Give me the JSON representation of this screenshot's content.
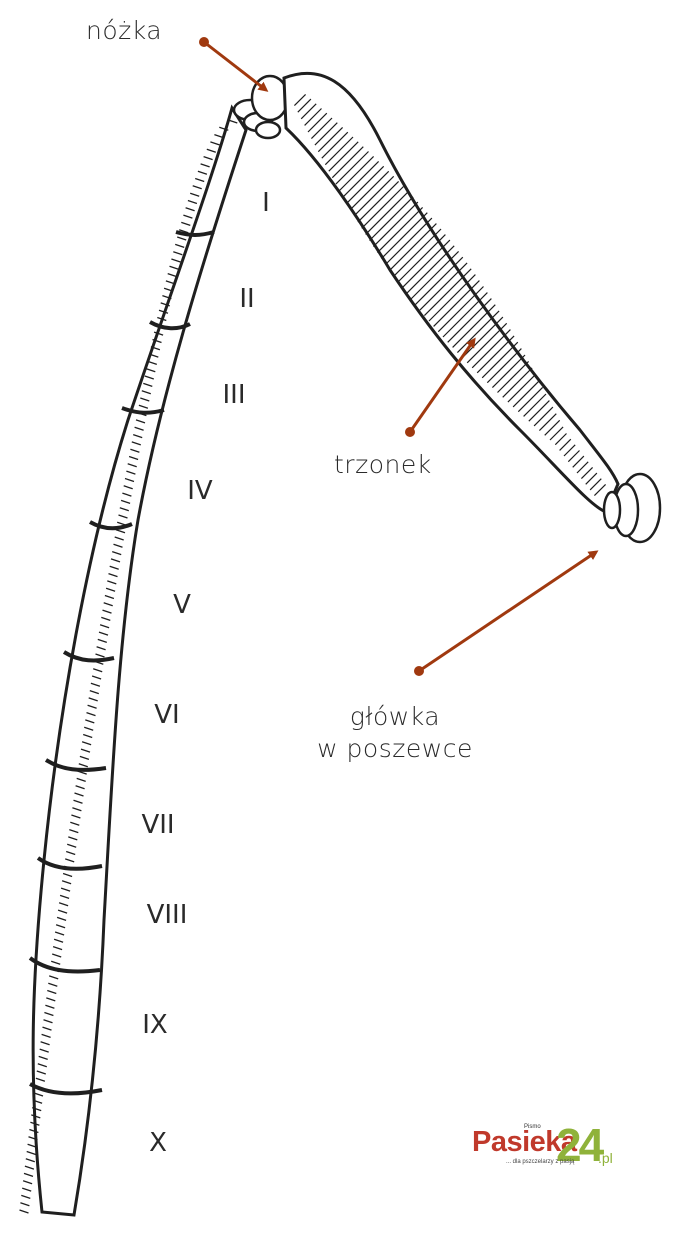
{
  "labels": {
    "foot": "nóżka",
    "stalk": "trzonek",
    "head_line1": "główka",
    "head_line2": "w poszewce"
  },
  "segments": [
    "I",
    "II",
    "III",
    "IV",
    "V",
    "VI",
    "VII",
    "VIII",
    "IX",
    "X"
  ],
  "logo": {
    "small_text": "Pismo",
    "wordmark": "Pasieka",
    "number": "24",
    "suffix": ".pl",
    "tagline": "... dla pszczelarzy z pasją"
  },
  "colors": {
    "arrow": "#a0390f",
    "ink": "#1f1f1f",
    "logo_red": "#c0392b",
    "logo_green": "#8fb23a"
  }
}
